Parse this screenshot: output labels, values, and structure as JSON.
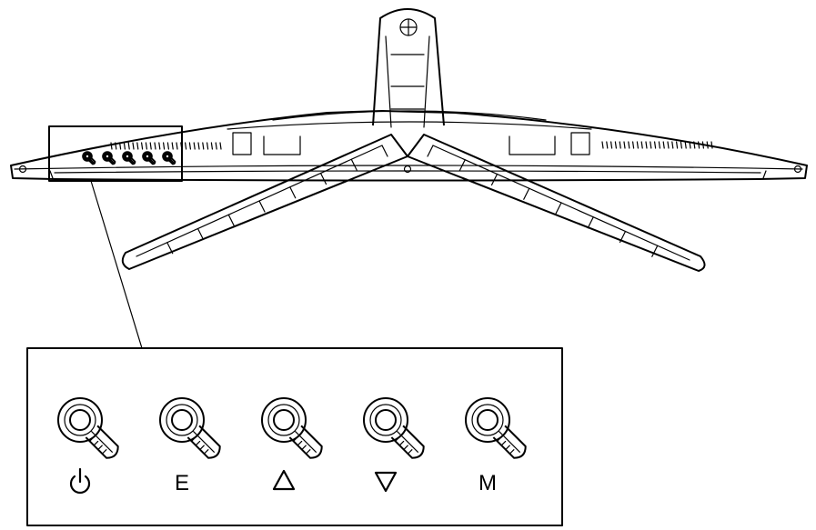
{
  "figure": {
    "buttons": [
      {
        "id": "power",
        "label": "",
        "icon": "power-icon"
      },
      {
        "id": "e",
        "label": "E",
        "icon": ""
      },
      {
        "id": "up",
        "label": "",
        "icon": "triangle-up-icon"
      },
      {
        "id": "down",
        "label": "",
        "icon": "triangle-down-icon"
      },
      {
        "id": "m",
        "label": "M",
        "icon": ""
      }
    ]
  }
}
